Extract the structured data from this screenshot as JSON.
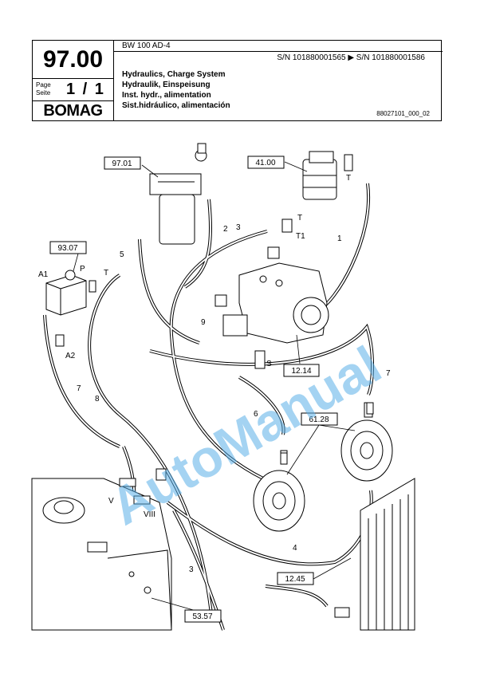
{
  "header": {
    "number": "97.00",
    "page_label_en": "Page",
    "page_label_de": "Seite",
    "page_value": "1 / 1",
    "brand": "BOMAG",
    "model": "BW 100 AD-4",
    "serial_range": "S/N 101880001565  ▶  S/N 101880001586",
    "titles": [
      "Hydraulics, Charge System",
      "Hydraulik, Einspeisung",
      "Inst. hydr., alimentation",
      "Sist.hidráulico, alimentación"
    ],
    "doc_number": "88027101_000_02"
  },
  "references": {
    "r9701": "97.01",
    "r4100": "41.00",
    "r9307": "93.07",
    "r1214": "12.14",
    "r6128": "61.28",
    "r1245": "12.45",
    "r5357": "53.57"
  },
  "labels": {
    "l1": "1",
    "l2": "2",
    "l3a": "3",
    "l3b": "3",
    "l4": "4",
    "l5": "5",
    "l6": "6",
    "l7a": "7",
    "l7b": "7",
    "l8": "8",
    "l9": "9",
    "T1": "T",
    "T2": "T",
    "T3": "T1",
    "T4": "T",
    "P": "P",
    "A1": "A1",
    "A2": "A2",
    "S": "S",
    "V": "V",
    "VIII": "VIII"
  },
  "watermark": "AutoManual",
  "colors": {
    "watermark": "#5aaee8"
  }
}
